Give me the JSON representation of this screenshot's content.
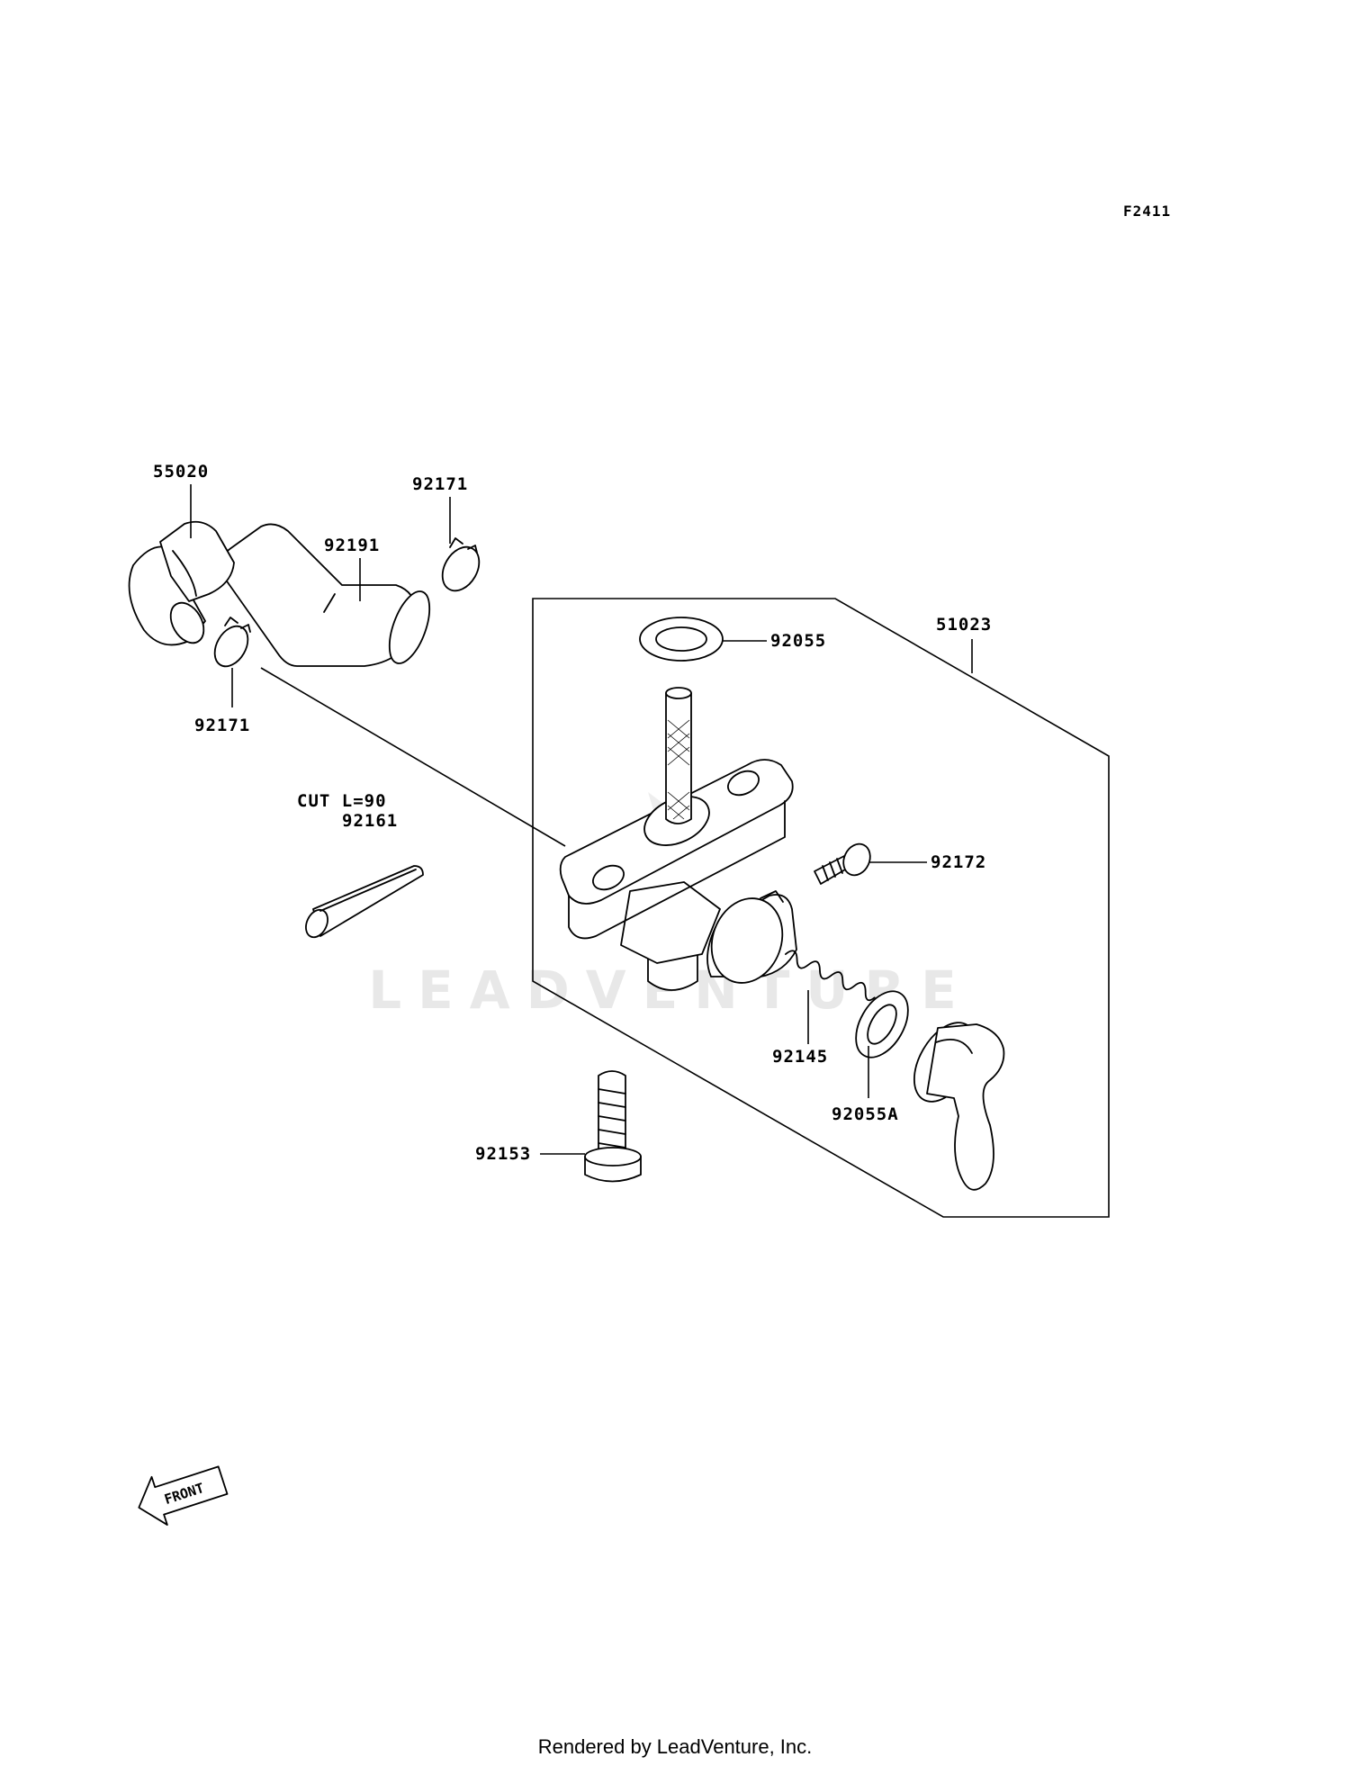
{
  "diagram_code": "F2411",
  "watermark": "LEADVENTURE",
  "colors": {
    "ink": "#000000",
    "background": "#ffffff",
    "watermark": "#e6e6e6"
  },
  "parts": {
    "p55020": "55020",
    "p92171_top": "92171",
    "p92191": "92191",
    "p92171_bottom": "92171",
    "p51023": "51023",
    "p92055": "92055",
    "cut_note": "CUT L=90",
    "p92161": "92161",
    "p92172": "92172",
    "p92145": "92145",
    "p92055A": "92055A",
    "p92153": "92153"
  },
  "front_arrow": {
    "label": "FRONT",
    "icon": "front-arrow-icon"
  },
  "footer": "Rendered by LeadVenture, Inc."
}
